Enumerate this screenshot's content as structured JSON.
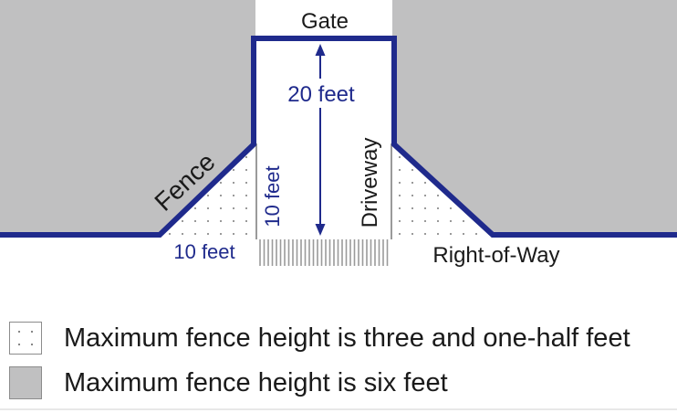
{
  "diagram": {
    "labels": {
      "gate": "Gate",
      "gate_depth": "20 feet",
      "fence": "Fence",
      "triangle_height": "10 feet",
      "triangle_base": "10 feet",
      "driveway": "Driveway",
      "right_of_way": "Right-of-Way"
    },
    "colors": {
      "fence_line": "#1f2a8c",
      "dimension_text": "#1f2a8c",
      "six_foot_zone": "#c0c0c1",
      "label_text": "#1a1a1a"
    }
  },
  "legend": {
    "items": [
      {
        "pattern": "dotted",
        "text": "Maximum fence height is three and one-half feet"
      },
      {
        "pattern": "solid-gray",
        "text": "Maximum fence height is six feet"
      }
    ]
  }
}
